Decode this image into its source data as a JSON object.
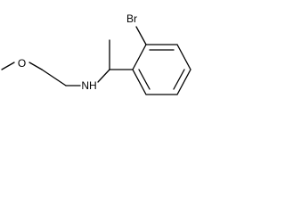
{
  "structure": {
    "atoms": {
      "bromine": "Br",
      "oxygen": "O",
      "amine": "NH"
    }
  },
  "colors": {
    "bond": "#000000",
    "label": "#000000",
    "background": "#ffffff"
  }
}
